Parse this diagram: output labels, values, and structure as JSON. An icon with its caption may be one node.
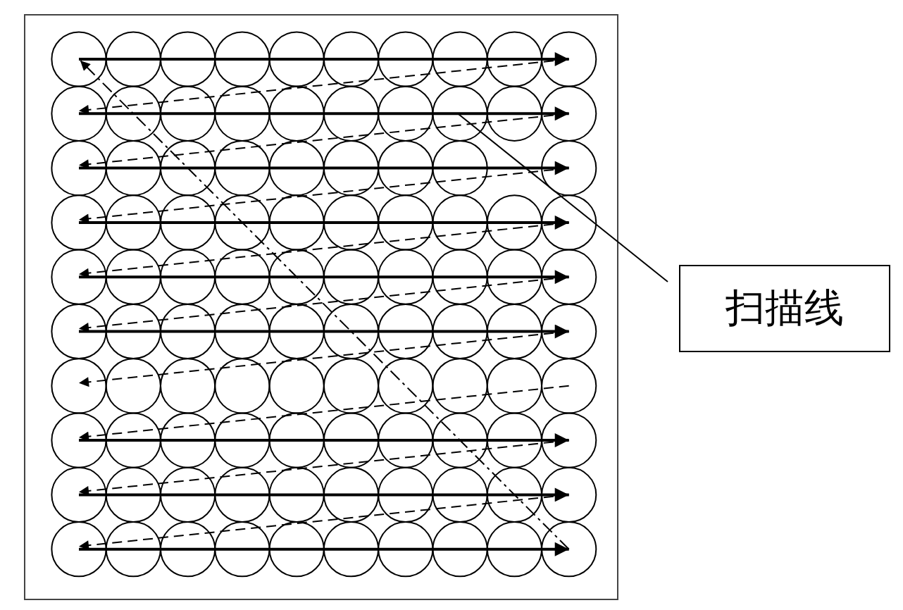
{
  "diagram": {
    "nodes": [
      {
        "text": [
          "扫描线"
        ]
      },
      {
        "text": [],
        "shape": "line"
      }
    ],
    "edges": [
      {
        "from": 0,
        "to": 1,
        "arrow": "none"
      }
    ]
  }
}
